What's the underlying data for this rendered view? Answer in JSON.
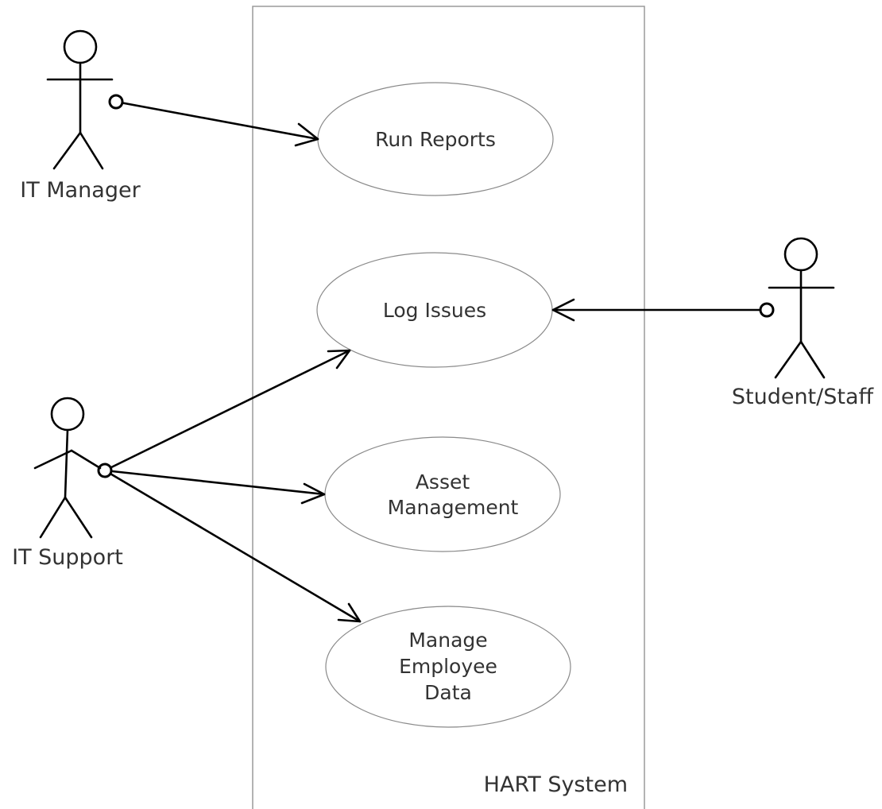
{
  "system": {
    "name": "HART System"
  },
  "actors": [
    {
      "id": "it-manager",
      "label": "IT Manager"
    },
    {
      "id": "student-staff",
      "label": "Student/Staff"
    },
    {
      "id": "it-support",
      "label": "IT Support"
    }
  ],
  "use_cases": [
    {
      "id": "run-reports",
      "lines": [
        "Run Reports"
      ]
    },
    {
      "id": "log-issues",
      "lines": [
        "Log Issues"
      ]
    },
    {
      "id": "asset-management",
      "lines": [
        "Asset",
        "Management"
      ]
    },
    {
      "id": "manage-employee-data",
      "lines": [
        "Manage",
        "Employee",
        "Data"
      ]
    }
  ],
  "associations": [
    {
      "from": "it-manager",
      "to": "run-reports"
    },
    {
      "from": "student-staff",
      "to": "log-issues"
    },
    {
      "from": "it-support",
      "to": "log-issues"
    },
    {
      "from": "it-support",
      "to": "asset-management"
    },
    {
      "from": "it-support",
      "to": "manage-employee-data"
    }
  ]
}
